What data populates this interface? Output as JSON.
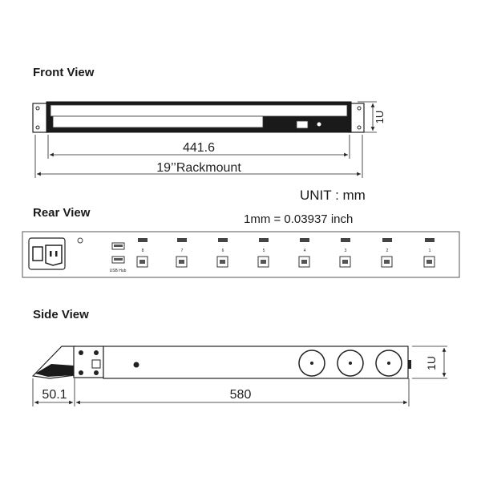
{
  "views": {
    "front": {
      "title": "Front View",
      "dim_width": "441.6",
      "dim_rack": "19’’Rackmount",
      "dim_height": "1U"
    },
    "rear": {
      "title": "Rear View",
      "usb_label": "USB Hub",
      "port_numbers": [
        "8",
        "7",
        "6",
        "5",
        "4",
        "3",
        "2",
        "1"
      ]
    },
    "side": {
      "title": "Side View",
      "dim_left": "50.1",
      "dim_length": "580",
      "dim_height": "1U"
    }
  },
  "units": {
    "title": "UNIT : mm",
    "conversion": "1mm = 0.03937 inch"
  },
  "colors": {
    "line": "#222222",
    "accent_dark": "#1a1a1a",
    "port_fill": "#444444"
  }
}
